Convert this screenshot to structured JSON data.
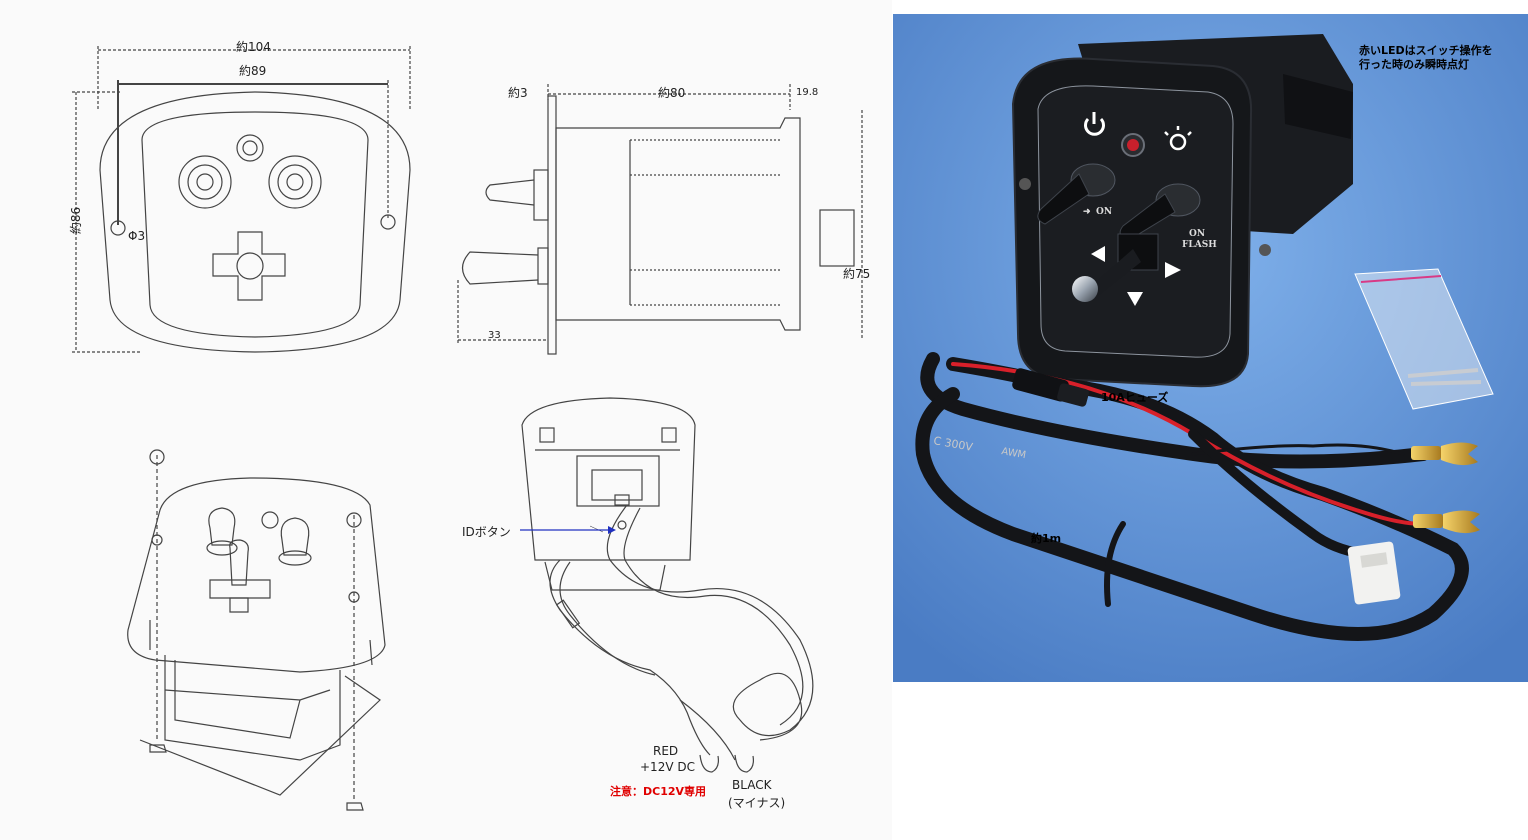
{
  "drawings": {
    "front_view": {
      "width_outer": "約104",
      "width_inner": "約89",
      "height": "約86",
      "hole": "Φ3"
    },
    "side_view": {
      "flange": "約3",
      "depth": "約80",
      "top_small": "19.8",
      "height": "約75",
      "bottom_small": "33"
    },
    "wiring": {
      "id_button": "IDボタン",
      "red": "RED",
      "red_volt": "+12V DC",
      "caution": "注意：DC12V専用",
      "black": "BLACK",
      "black_sub": "(マイナス)"
    }
  },
  "photo": {
    "note": "赤いLEDはスイッチ操作を\n行った時のみ瞬時点灯",
    "fuse": "10Aヒューズ",
    "length": "約1m",
    "panel_on": "ON",
    "panel_on_flash_1": "ON",
    "panel_on_flash_2": "FLASH",
    "cable_text_1": "C 300V",
    "cable_text_2": "AWM"
  },
  "colors": {
    "photo_bg": "#5b8fd4",
    "red_wire": "#d8202a",
    "drawing_ink": "#333333"
  }
}
